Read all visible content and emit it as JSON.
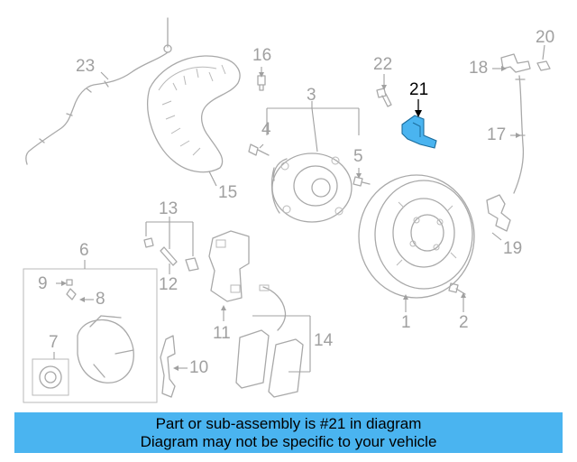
{
  "callouts": [
    {
      "id": "c1",
      "text": "1"
    },
    {
      "id": "c2",
      "text": "2"
    },
    {
      "id": "c3",
      "text": "3"
    },
    {
      "id": "c4",
      "text": "4"
    },
    {
      "id": "c5",
      "text": "5"
    },
    {
      "id": "c6",
      "text": "6"
    },
    {
      "id": "c7",
      "text": "7"
    },
    {
      "id": "c8",
      "text": "8"
    },
    {
      "id": "c9",
      "text": "9"
    },
    {
      "id": "c10",
      "text": "10"
    },
    {
      "id": "c11",
      "text": "11"
    },
    {
      "id": "c12",
      "text": "12"
    },
    {
      "id": "c13",
      "text": "13"
    },
    {
      "id": "c14",
      "text": "14"
    },
    {
      "id": "c15",
      "text": "15"
    },
    {
      "id": "c16",
      "text": "16"
    },
    {
      "id": "c17",
      "text": "17"
    },
    {
      "id": "c18",
      "text": "18"
    },
    {
      "id": "c19",
      "text": "19"
    },
    {
      "id": "c20",
      "text": "20"
    },
    {
      "id": "c21",
      "text": "21"
    },
    {
      "id": "c22",
      "text": "22"
    },
    {
      "id": "c23",
      "text": "23"
    }
  ],
  "highlight": {
    "part": "21",
    "color": "#4ab4f0"
  },
  "banner": {
    "line1": "Part or sub-assembly is #21 in diagram",
    "line2": "Diagram may not be specific to your vehicle",
    "color": "#4ab4f0"
  },
  "colors": {
    "line_art": "#a9a9a9",
    "label": "#a0a0a0"
  }
}
